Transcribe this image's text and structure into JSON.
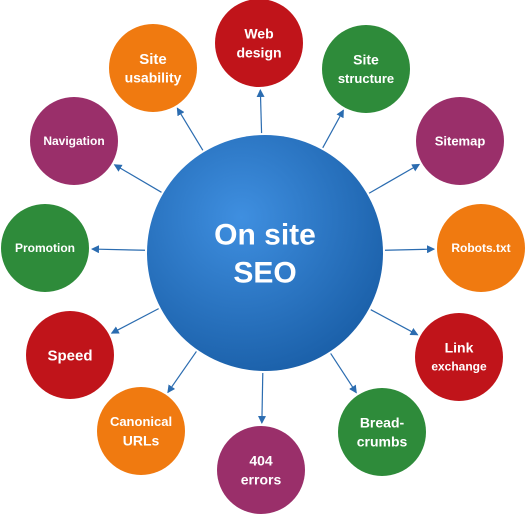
{
  "center": {
    "lines": [
      "On site",
      "SEO"
    ],
    "color": "#1f6fc0"
  },
  "nodes": [
    {
      "id": "web-design",
      "lines": [
        "Web",
        "design"
      ],
      "color": "#c0141a"
    },
    {
      "id": "site-structure",
      "lines": [
        "Site",
        "structure"
      ],
      "color": "#2e8b3a"
    },
    {
      "id": "sitemap",
      "lines": [
        "Sitemap"
      ],
      "color": "#9a2f6a"
    },
    {
      "id": "robots-txt",
      "lines": [
        "Robots.txt"
      ],
      "color": "#f07a10"
    },
    {
      "id": "link-exchange",
      "lines": [
        "Link",
        "exchange"
      ],
      "color": "#c0141a"
    },
    {
      "id": "breadcrumbs",
      "lines": [
        "Bread-",
        "crumbs"
      ],
      "color": "#2e8b3a"
    },
    {
      "id": "404-errors",
      "lines": [
        "404",
        "errors"
      ],
      "color": "#9a2f6a"
    },
    {
      "id": "canonical-urls",
      "lines": [
        "Canonical",
        "URLs"
      ],
      "color": "#f07a10"
    },
    {
      "id": "speed",
      "lines": [
        "Speed"
      ],
      "color": "#c0141a"
    },
    {
      "id": "promotion",
      "lines": [
        "Promotion"
      ],
      "color": "#2e8b3a"
    },
    {
      "id": "navigation",
      "lines": [
        "Navigation"
      ],
      "color": "#9a2f6a"
    },
    {
      "id": "site-usability",
      "lines": [
        "Site",
        "usability"
      ],
      "color": "#f07a10"
    }
  ],
  "arrow_color": "#2b6cb0"
}
